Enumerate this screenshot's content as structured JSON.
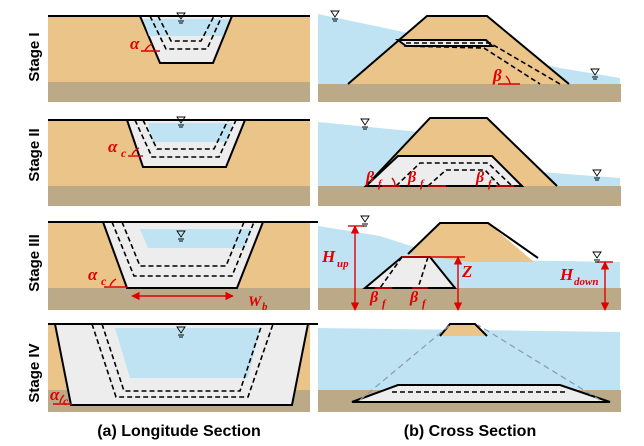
{
  "stages": [
    {
      "label": "Stage I"
    },
    {
      "label": "Stage II"
    },
    {
      "label": "Stage III"
    },
    {
      "label": "Stage IV"
    }
  ],
  "captions": {
    "left": "(a) Longitude Section",
    "right": "(b) Cross Section"
  },
  "symbols": {
    "alpha": "α",
    "alpha_sub": "c",
    "beta": "β",
    "beta_sub": "f",
    "width": "W",
    "width_sub": "b",
    "h_up": "H",
    "h_up_sub": "up",
    "h_down": "H",
    "h_down_sub": "down",
    "z": "Z"
  },
  "colors": {
    "sand": "#EBC48A",
    "bed": "#BBA987",
    "water": "#BFE3F3",
    "breach": "#EDEDED",
    "annotation": "#E00000"
  }
}
